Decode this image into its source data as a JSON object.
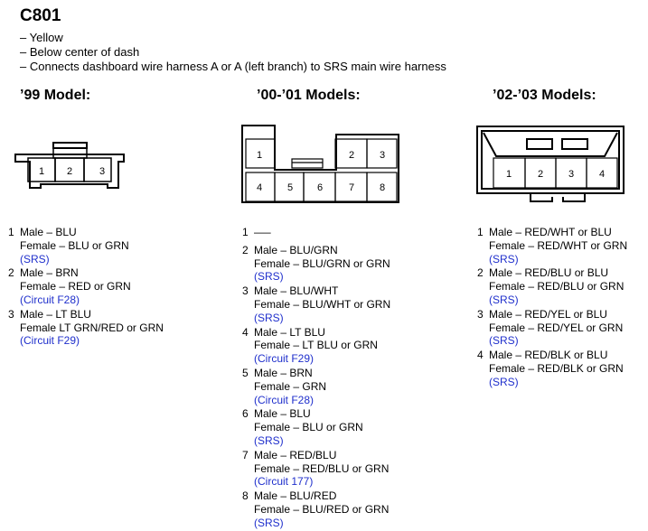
{
  "connector": {
    "id": "C801",
    "notes": [
      "– Yellow",
      "– Below center of dash",
      "– Connects dashboard wire harness A or A (left branch) to SRS main wire harness"
    ]
  },
  "models": [
    {
      "heading": "’99 Model:",
      "cavities": [
        "1",
        "2",
        "3"
      ],
      "pins": [
        {
          "num": "1",
          "male": "Male – BLU",
          "female": "Female – BLU or GRN",
          "note": "(SRS)"
        },
        {
          "num": "2",
          "male": "Male – BRN",
          "female": "Female – RED or GRN",
          "note": "(Circuit F28)"
        },
        {
          "num": "3",
          "male": "Male – LT BLU",
          "female": "Female LT GRN/RED or GRN",
          "note": "(Circuit F29)"
        }
      ]
    },
    {
      "heading": "’00-’01 Models:",
      "cavities": [
        "1",
        "2",
        "3",
        "4",
        "5",
        "6",
        "7",
        "8"
      ],
      "pins": [
        {
          "num": "1",
          "male": "—–",
          "female": "",
          "note": ""
        },
        {
          "num": "2",
          "male": "Male – BLU/GRN",
          "female": "Female – BLU/GRN or GRN",
          "note": "(SRS)"
        },
        {
          "num": "3",
          "male": "Male – BLU/WHT",
          "female": "Female – BLU/WHT or GRN",
          "note": "(SRS)"
        },
        {
          "num": "4",
          "male": "Male – LT BLU",
          "female": "Female – LT BLU or GRN",
          "note": "(Circuit F29)"
        },
        {
          "num": "5",
          "male": "Male – BRN",
          "female": "Female – GRN",
          "note": "(Circuit F28)"
        },
        {
          "num": "6",
          "male": "Male – BLU",
          "female": "Female – BLU or GRN",
          "note": "(SRS)"
        },
        {
          "num": "7",
          "male": "Male – RED/BLU",
          "female": "Female – RED/BLU or GRN",
          "note": "(Circuit 177)"
        },
        {
          "num": "8",
          "male": "Male – BLU/RED",
          "female": "Female – BLU/RED or GRN",
          "note": "(SRS)"
        }
      ]
    },
    {
      "heading": "’02-’03 Models:",
      "cavities": [
        "1",
        "2",
        "3",
        "4"
      ],
      "pins": [
        {
          "num": "1",
          "male": "Male – RED/WHT or BLU",
          "female": "Female – RED/WHT or GRN",
          "note": "(SRS)"
        },
        {
          "num": "2",
          "male": "Male – RED/BLU or BLU",
          "female": "Female – RED/BLU or GRN",
          "note": "(SRS)"
        },
        {
          "num": "3",
          "male": "Male – RED/YEL or BLU",
          "female": "Female – RED/YEL or GRN",
          "note": "(SRS)"
        },
        {
          "num": "4",
          "male": "Male – RED/BLK or BLU",
          "female": "Female – RED/BLK or GRN",
          "note": "(SRS)"
        }
      ]
    }
  ],
  "colors": {
    "note_text": "#1f2fcc",
    "line": "#000000"
  }
}
